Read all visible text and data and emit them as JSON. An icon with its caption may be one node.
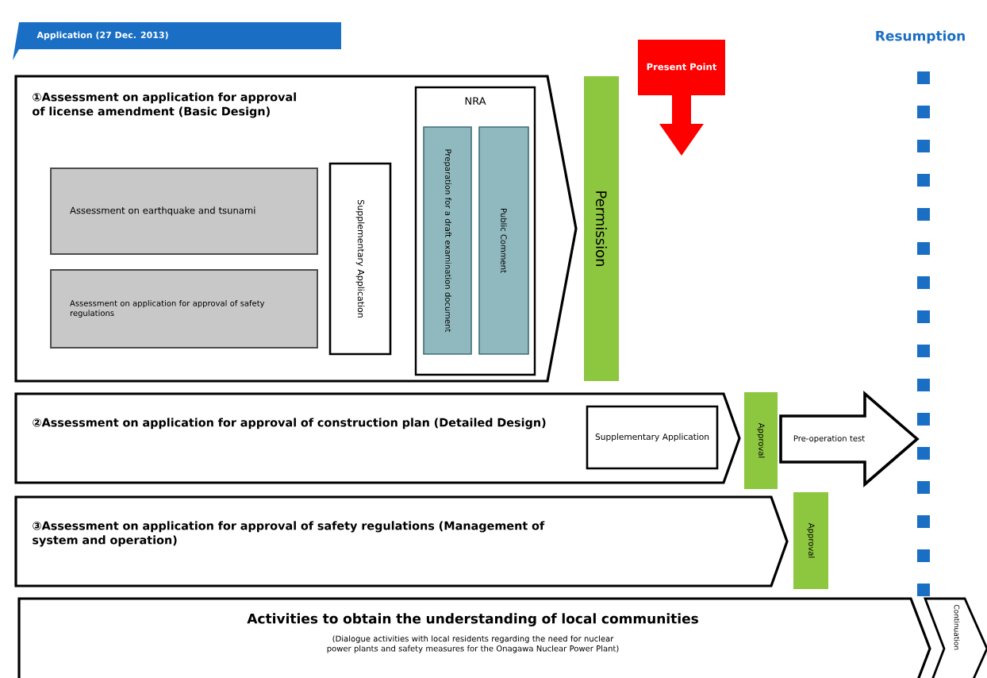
{
  "diagram": {
    "nodes": [
      {
        "text": [
          "Application (27 Dec. 2013)"
        ]
      },
      {
        "text": [
          "①Assessment on application for approval of license amendment (Basic Design)"
        ]
      },
      {
        "text": [
          "Assessment on earthquake and tsunami"
        ],
        "in": 1
      },
      {
        "text": [
          "Assessment on application for approval of safety regulations"
        ],
        "in": 1
      },
      {
        "text": [
          "Supplementary Application"
        ],
        "in": 1
      },
      {
        "text": [
          "NRA"
        ],
        "in": 1
      },
      {
        "text": [
          "Preparation for a draft examination document"
        ],
        "in": 5
      },
      {
        "text": [
          "Public Comment"
        ],
        "in": 5
      },
      {
        "text": [
          "Permission"
        ]
      },
      {
        "text": [
          "Present Point"
        ]
      },
      {
        "text": [
          "②Assessment on application for approval of construction plan (Detailed Design)"
        ]
      },
      {
        "text": [
          "Supplementary Application"
        ],
        "in": 10
      },
      {
        "text": [
          "Approval"
        ]
      },
      {
        "text": [
          "Pre-operation test"
        ]
      },
      {
        "text": [
          "③Assessment on application for approval of safety regulations (Management of system and operation)"
        ]
      },
      {
        "text": [
          "Approval"
        ]
      },
      {
        "text": [
          "Activities to obtain the understanding of local communities",
          "(Dialogue activities with local residents regarding the need for nuclear power plants and safety measures for the Onagawa Nuclear Power Plant)"
        ]
      },
      {
        "text": [
          "Continuation"
        ]
      }
    ],
    "labels": [
      "Resumption"
    ]
  }
}
